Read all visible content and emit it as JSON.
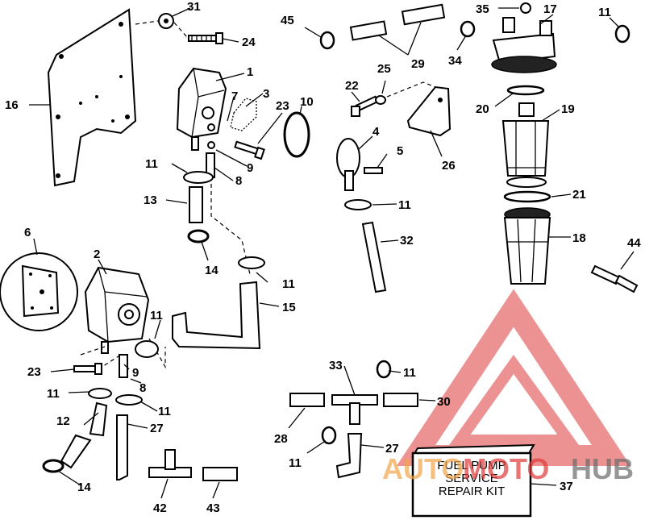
{
  "callouts": {
    "c1": "1",
    "c2": "2",
    "c3": "3",
    "c4": "4",
    "c5": "5",
    "c6": "6",
    "c7": "7",
    "c8a": "8",
    "c8b": "8",
    "c9a": "9",
    "c9b": "9",
    "c10": "10",
    "c11a": "11",
    "c11b": "11",
    "c11c": "11",
    "c11d": "11",
    "c11e": "11",
    "c11f": "11",
    "c11g": "11",
    "c11h": "11",
    "c11i": "11",
    "c12": "12",
    "c13": "13",
    "c14a": "14",
    "c14b": "14",
    "c15": "15",
    "c16": "16",
    "c17": "17",
    "c18": "18",
    "c19": "19",
    "c20": "20",
    "c21": "21",
    "c22": "22",
    "c23a": "23",
    "c23b": "23",
    "c24": "24",
    "c25": "25",
    "c26": "26",
    "c27a": "27",
    "c27b": "27",
    "c28": "28",
    "c29": "29",
    "c30": "30",
    "c31": "31",
    "c32": "32",
    "c33": "33",
    "c34": "34",
    "c35": "35",
    "c37": "37",
    "c42": "42",
    "c43": "43",
    "c44": "44",
    "c45": "45"
  },
  "kit_label": {
    "line1": "FUEL PUMP",
    "line2": "SERVICE",
    "line3": "REPAIR KIT"
  },
  "watermark": {
    "part1": "AUTO",
    "part2": "MOTO",
    "part3": "HUB",
    "color_red": "#e03a3a",
    "color_orange": "#f2a64a",
    "color_gray": "#6b6b6b"
  }
}
